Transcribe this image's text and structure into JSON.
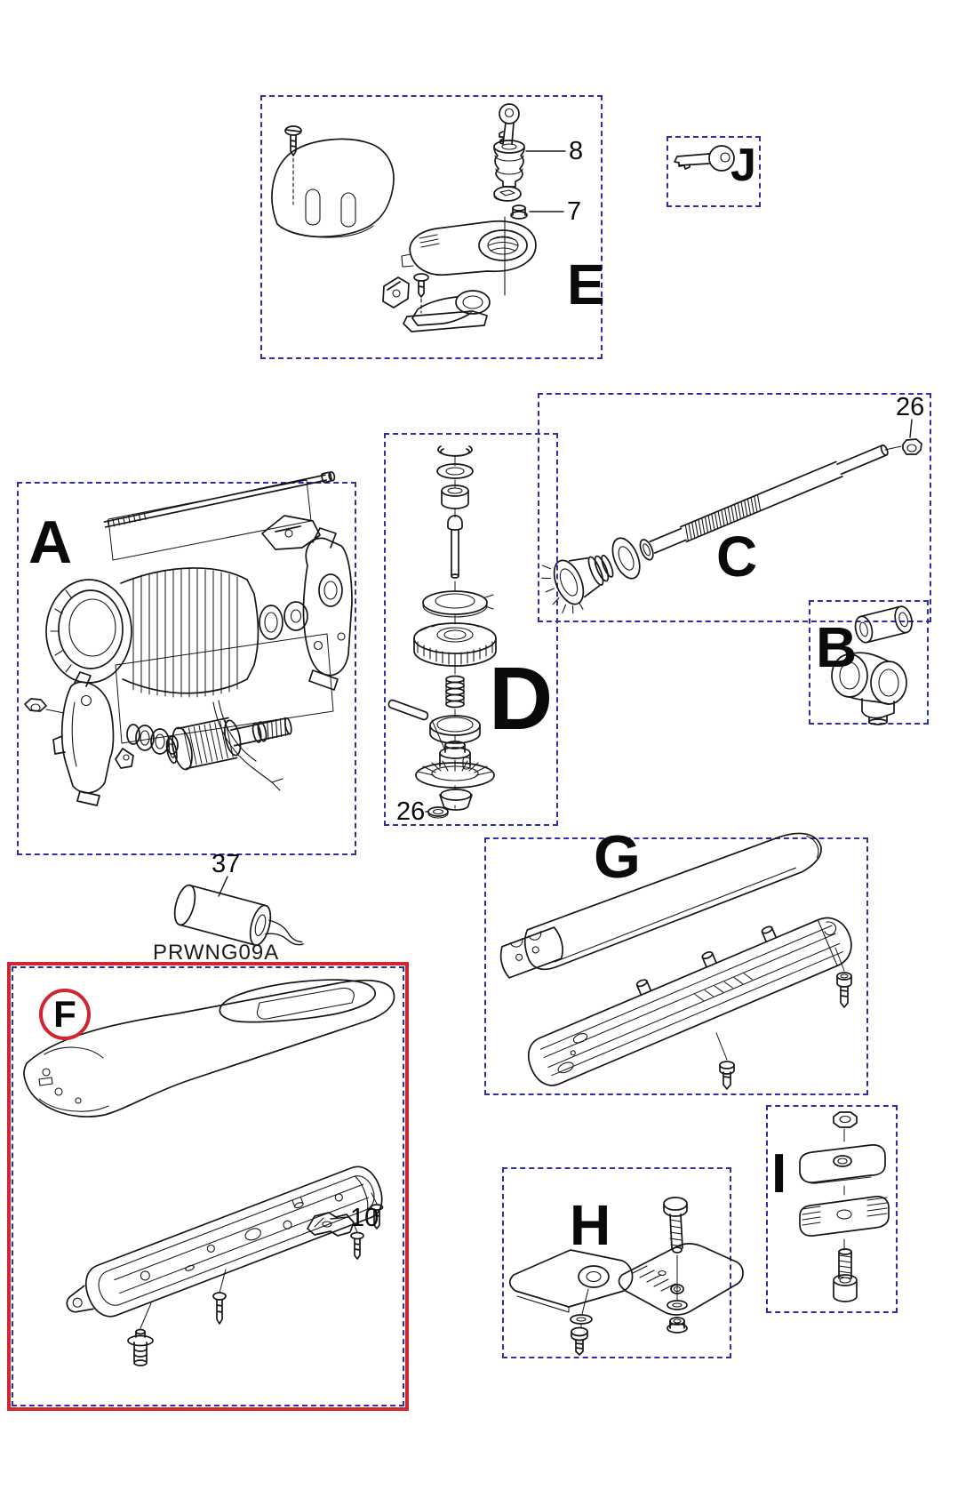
{
  "product_code": "PRWNG09A",
  "sections": {
    "a": "A",
    "b": "B",
    "c": "C",
    "d": "D",
    "e": "E",
    "f": "F",
    "g": "G",
    "h": "H",
    "i": "I",
    "j": "J"
  },
  "callouts": {
    "lock_cylinder": "8",
    "lock_nut": "7",
    "screw_end_nut": "26",
    "gear_washer": "26",
    "capacitor": "37",
    "release_bracket": "10"
  },
  "colors": {
    "section_border": "#2e2ea8",
    "highlight_border": "#cf2630",
    "line_art": "#161616",
    "background": "#ffffff",
    "label_text": "#0a0a0a"
  }
}
